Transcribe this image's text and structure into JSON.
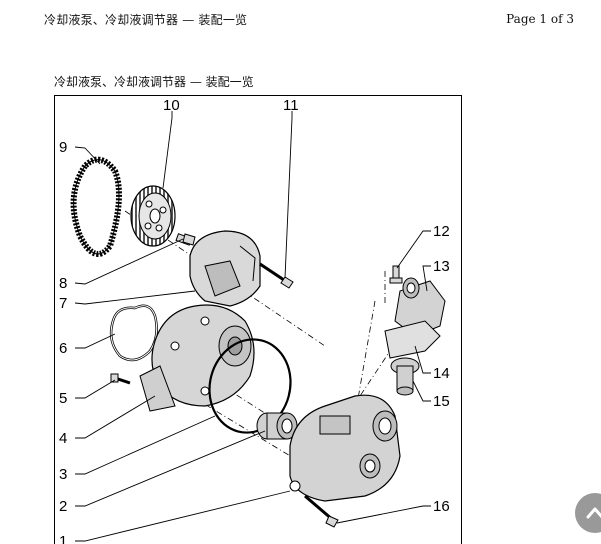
{
  "header": {
    "title": "冷却液泵、冷却液调节器 — 装配一览",
    "page": "Page 1 of 3"
  },
  "figure": {
    "caption": "冷却液泵、冷却液调节器 — 装配一览",
    "callouts": [
      "1",
      "2",
      "3",
      "4",
      "5",
      "6",
      "7",
      "8",
      "9",
      "10",
      "11",
      "12",
      "13",
      "14",
      "15",
      "16"
    ]
  },
  "icons": {
    "scroll": "chevron-up-icon"
  },
  "colors": {
    "line": "#000000",
    "part_fill": "#d9d9d9",
    "button": "#8e8e8e"
  }
}
